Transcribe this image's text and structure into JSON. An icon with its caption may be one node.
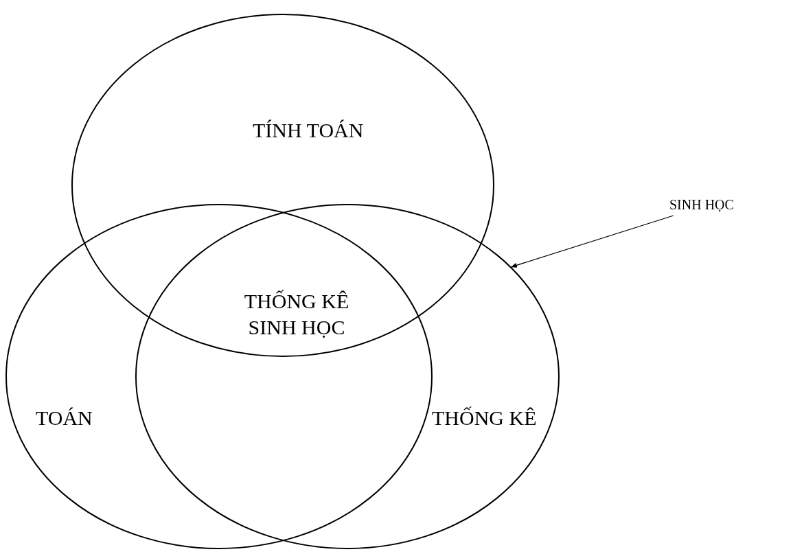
{
  "diagram": {
    "nodes": [
      {
        "text": [
          "TÍNH TOÁN"
        ]
      },
      {
        "text": [
          "TOÁN"
        ]
      },
      {
        "text": [
          "THỐNG KÊ"
        ]
      },
      {
        "text": [
          "SINH HỌC"
        ]
      }
    ],
    "edges": [
      {
        "from": 3,
        "to": 2,
        "arrow": "to"
      }
    ],
    "labels": [
      "THỐNG KÊ SINH HỌC"
    ]
  }
}
